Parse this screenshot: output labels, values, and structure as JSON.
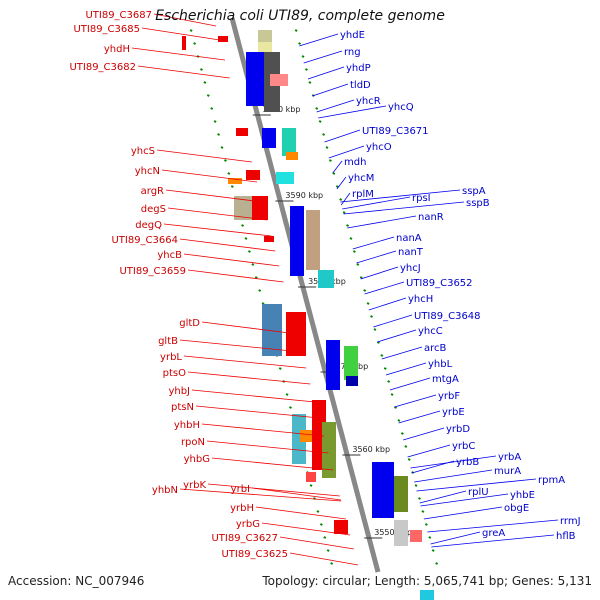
{
  "title": "Escherichia coli UTI89, complete genome",
  "accession_label": "Accession: NC_007946",
  "topology_label": "Topology: circular; Length: 5,065,741 bp; Genes: 5,131",
  "colors": {
    "backbone": "#888888",
    "forward_strand": "#0000ee",
    "reverse_strand": "#ee0000",
    "forward_label": "#0000cc",
    "reverse_label": "#cc0000",
    "gc_skew": "#008800"
  },
  "scale_labels": [
    "3600 kbp",
    "3590 kbp",
    "3580 kbp",
    "3570 kbp",
    "3560 kbp",
    "3550 kbp"
  ],
  "left_genes": [
    "UTI89_C3687",
    "UTI89_C3685",
    "yhdH",
    "UTI89_C3682",
    "yhcS",
    "yhcN",
    "argR",
    "degS",
    "degQ",
    "UTI89_C3664",
    "yhcB",
    "UTI89_C3659",
    "gltD",
    "gltB",
    "yrbL",
    "ptsO",
    "yhbJ",
    "ptsN",
    "yhbH",
    "rpoN",
    "yhbG",
    "yhbN",
    "yrbK",
    "yrbI",
    "yrbH",
    "yrbG",
    "UTI89_C3627",
    "UTI89_C3625"
  ],
  "right_genes": [
    "yhdE",
    "rng",
    "yhdP",
    "tldD",
    "yhcR",
    "yhcQ",
    "UTI89_C3671",
    "yhcO",
    "mdh",
    "yhcM",
    "rplM",
    "rpsI",
    "sspA",
    "sspB",
    "nanR",
    "nanA",
    "nanT",
    "yhcJ",
    "UTI89_C3652",
    "yhcH",
    "UTI89_C3648",
    "yhcC",
    "arcB",
    "yhbL",
    "mtgA",
    "yrbF",
    "yrbE",
    "yrbD",
    "yrbC",
    "yrbB",
    "yrbA",
    "murA",
    "rpmA",
    "rplU",
    "yhbE",
    "obgE",
    "greA",
    "rrmJ",
    "hflB"
  ]
}
